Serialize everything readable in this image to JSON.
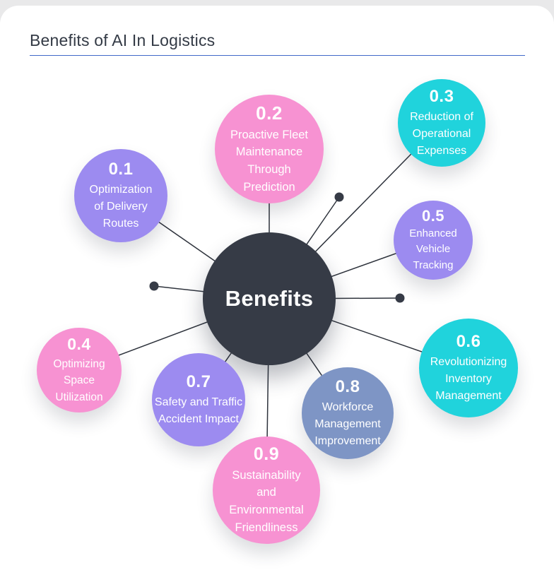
{
  "title": "Benefits of AI In Logistics",
  "center": {
    "label": "Benefits"
  },
  "nodes": [
    {
      "number": "0.1",
      "label": "Optimization of Delivery Routes",
      "color": "#9c8bf0"
    },
    {
      "number": "0.2",
      "label": "Proactive Fleet Maintenance Through Prediction",
      "color": "#f792d2"
    },
    {
      "number": "0.3",
      "label": "Reduction of Operational Expenses",
      "color": "#20d3dc"
    },
    {
      "number": "0.4",
      "label": "Optimizing Space Utilization",
      "color": "#f792d2"
    },
    {
      "number": "0.5",
      "label": "Enhanced Vehicle Tracking",
      "color": "#9c8bf0"
    },
    {
      "number": "0.6",
      "label": "Revolutionizing Inventory Management",
      "color": "#20d3dc"
    },
    {
      "number": "0.7",
      "label": "Safety and Traffic Accident Impact",
      "color": "#9c8bf0"
    },
    {
      "number": "0.8",
      "label": "Workforce Management Improvement",
      "color": "#7e95c5"
    },
    {
      "number": "0.9",
      "label": "Sustainability and Environmental Friendliness",
      "color": "#f792d2"
    }
  ],
  "colors": {
    "center_circle": "#363b46",
    "purple": "#9c8bf0",
    "pink": "#f792d2",
    "cyan": "#20d3dc",
    "slate_blue": "#7e95c5",
    "spoke_line": "#2e333c",
    "title_text": "#333a45",
    "title_underline": "#4169c8",
    "card_background": "#ffffff",
    "page_background": "#e9e9ea"
  }
}
